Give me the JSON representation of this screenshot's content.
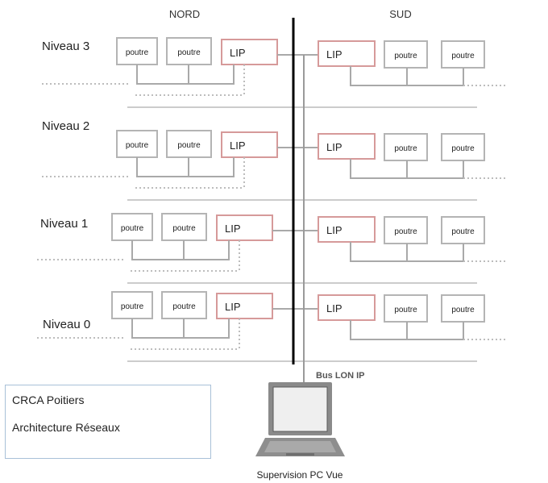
{
  "sides": {
    "north": "NORD",
    "south": "SUD"
  },
  "levels": [
    {
      "label": "Niveau 3"
    },
    {
      "label": "Niveau 2"
    },
    {
      "label": "Niveau 1"
    },
    {
      "label": "Niveau 0"
    }
  ],
  "labels": {
    "poutre": "poutre",
    "lip": "LIP"
  },
  "bus_label": "Bus LON IP",
  "supervision_label": "Supervision PC Vue",
  "info": {
    "line1": "CRCA Poitiers",
    "line2": "Architecture Réseaux"
  },
  "colors": {
    "lip_border": "#d69a9a",
    "poutre_border": "#b4b4b4",
    "backbone": "#000000"
  }
}
